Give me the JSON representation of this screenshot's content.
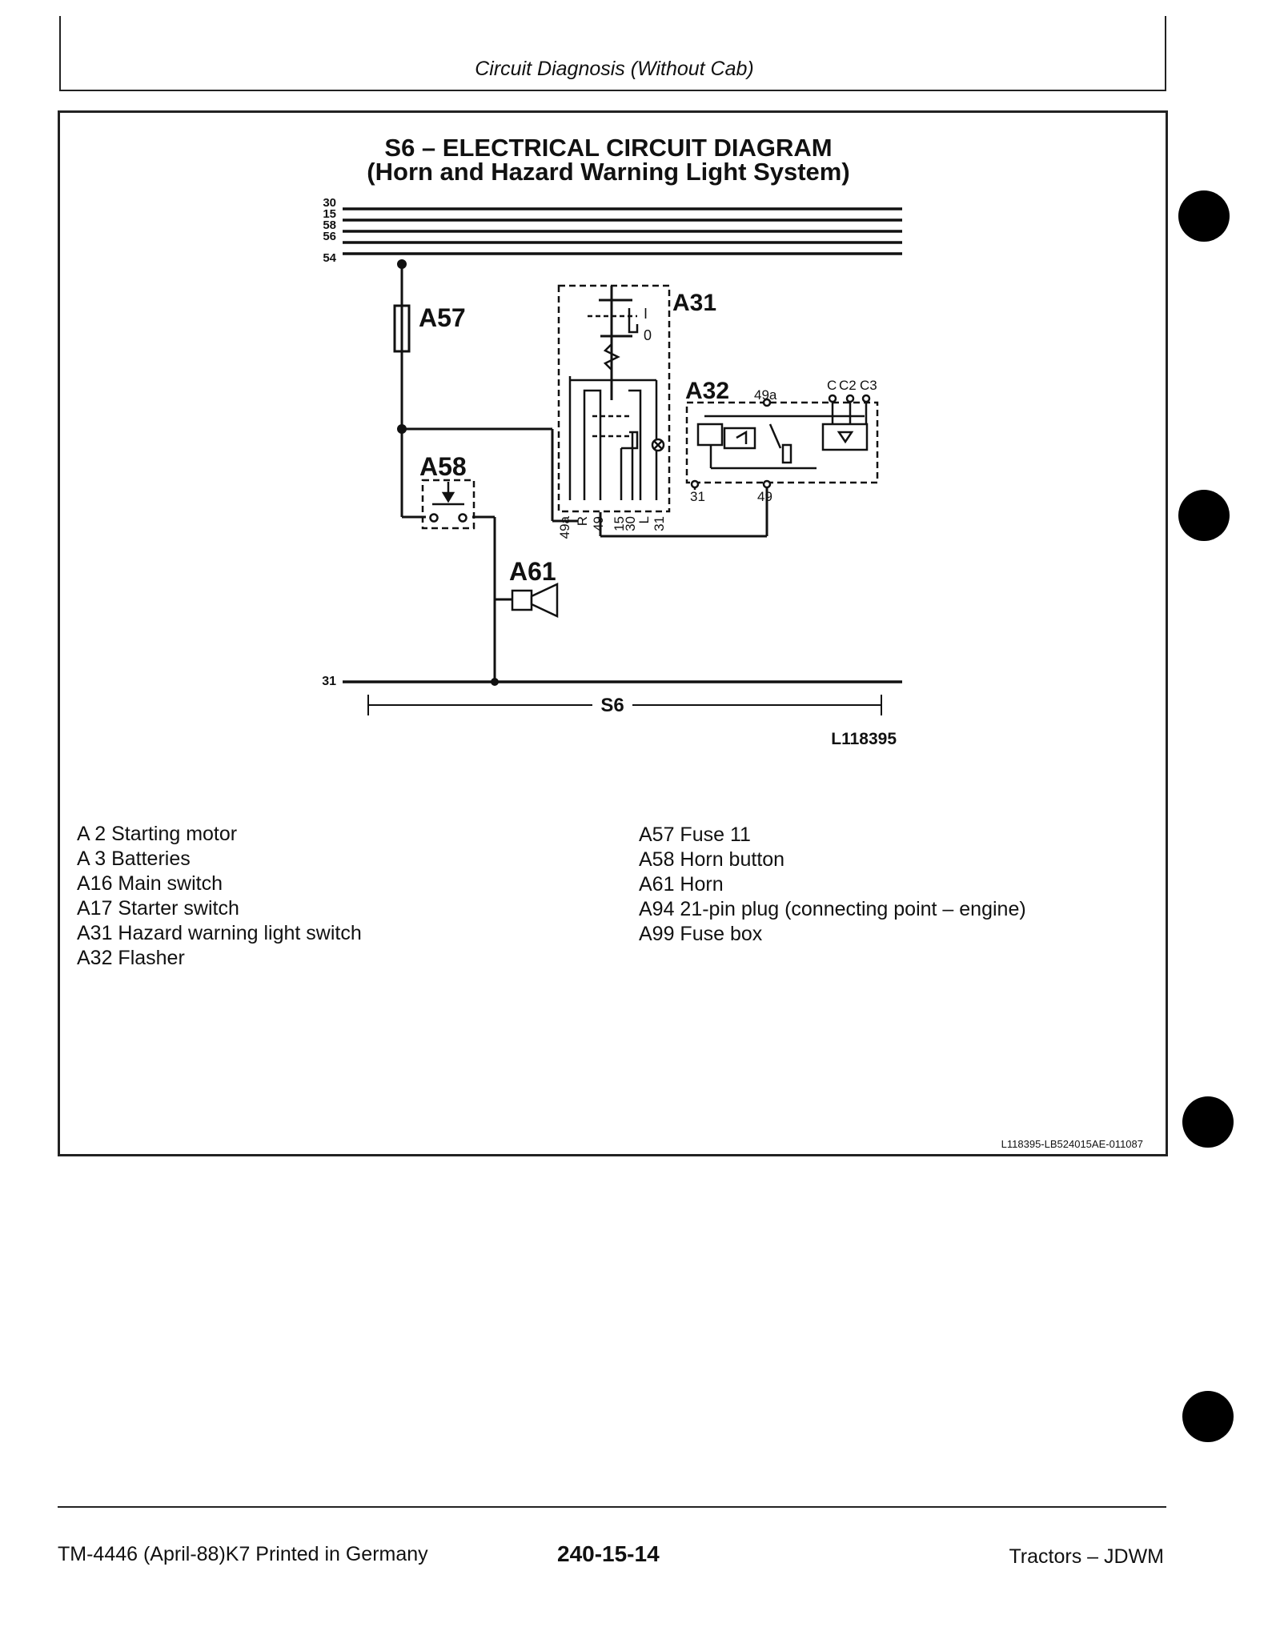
{
  "header": {
    "title": "Circuit Diagnosis (Without Cab)"
  },
  "diagram": {
    "title_line1": "S6 – ELECTRICAL CIRCUIT DIAGRAM",
    "title_line2": "(Horn and Hazard Warning Light System)",
    "bus_labels": [
      "30",
      "15",
      "58",
      "56",
      "54"
    ],
    "ground_label": "31",
    "circuit_label": "S6",
    "figure_id": "L118395",
    "components": {
      "fuse": "A57",
      "hazard_switch": "A31",
      "flasher": "A32",
      "horn_button": "A58",
      "horn": "A61"
    },
    "a31_switch_positions": {
      "on": "I",
      "off": "0"
    },
    "a31_terminals": [
      "49a",
      "R",
      "49",
      "15",
      "30",
      "L",
      "31"
    ],
    "a32_labels": {
      "top_terminal": "49a",
      "c": "C",
      "c2": "C2",
      "c3": "C3",
      "bottom_left": "31",
      "bottom_right": "49"
    }
  },
  "legend": {
    "left": [
      "A 2 Starting motor",
      "A 3 Batteries",
      "A16 Main switch",
      "A17 Starter switch",
      "A31 Hazard warning light switch",
      "A32 Flasher"
    ],
    "right": [
      "A57 Fuse 11",
      "A58 Horn button",
      "A61 Horn",
      "A94 21-pin plug (connecting point – engine)",
      "A99 Fuse box"
    ]
  },
  "doc_id": "L118395-LB524015AE-011087",
  "footer": {
    "left": "TM-4446 (April-88)K7 Printed in Germany",
    "center": "240-15-14",
    "right": "Tractors – JDWM"
  }
}
